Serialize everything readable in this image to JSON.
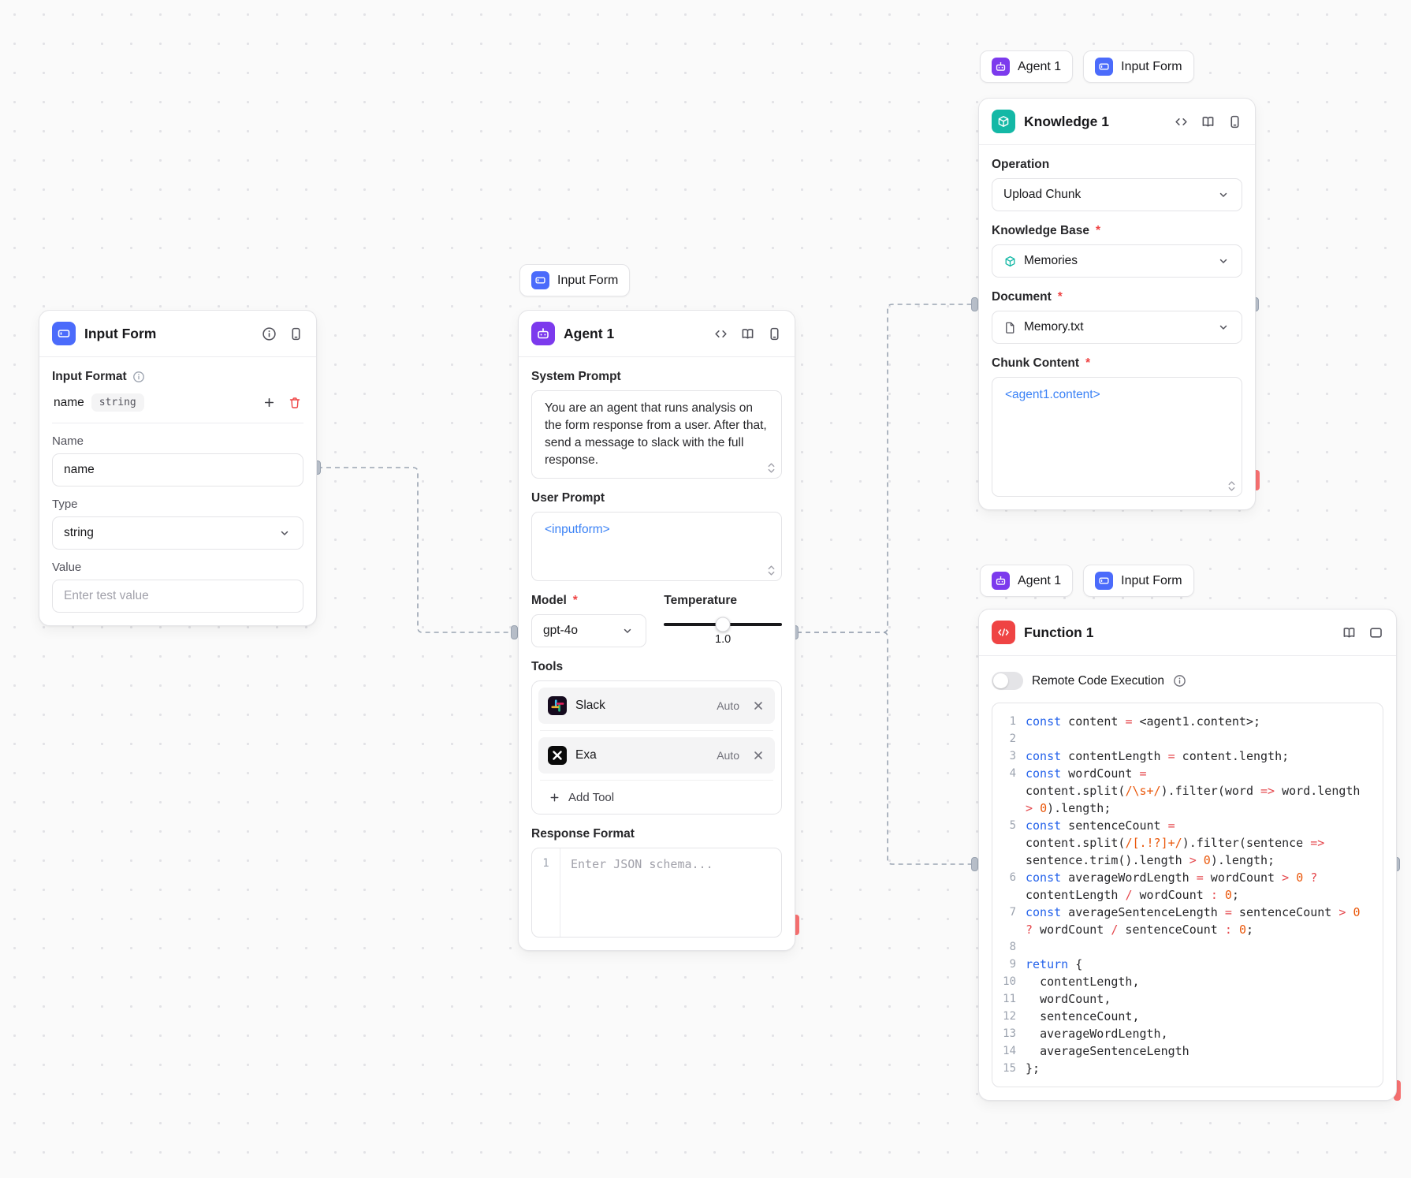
{
  "colors": {
    "template_tag_blue": "#3b82f6",
    "input_form_icon": "#4b6bfb",
    "agent_icon": "#7c3aed",
    "knowledge_icon": "#14b8a6",
    "function_icon": "#ef4444",
    "required_red": "#ef4444",
    "error_handle_red": "#f87171"
  },
  "misc": {
    "required_mark": "*"
  },
  "badges": {
    "agent": {
      "label": "Agent 1",
      "icon": "agent-icon"
    },
    "input_form": {
      "label": "Input Form",
      "icon": "input-form-icon"
    }
  },
  "edges": [
    {
      "from": "input-form",
      "to": "agent-1"
    },
    {
      "from": "agent-1",
      "to": "knowledge-1"
    },
    {
      "from": "agent-1",
      "to": "function-1"
    }
  ],
  "input_form": {
    "title": "Input Form",
    "header_icons": [
      "info-icon",
      "mobile-icon"
    ],
    "input_format_label": "Input Format",
    "row": {
      "field_name": "name",
      "field_type": "string"
    },
    "name_label": "Name",
    "name_value": "name",
    "type_label": "Type",
    "type_value": "string",
    "value_label": "Value",
    "value_placeholder": "Enter test value"
  },
  "agent": {
    "title": "Agent 1",
    "header_icons": [
      "code-icon",
      "book-icon",
      "mobile-icon"
    ],
    "system_prompt_label": "System Prompt",
    "system_prompt_value": "You are an agent that runs analysis on the form response from a user. After that, send a message to slack with the full response.",
    "user_prompt_label": "User Prompt",
    "user_prompt_value": "<inputform>",
    "model_label": "Model",
    "model_value": "gpt-4o",
    "temperature_label": "Temperature",
    "temperature_value": "1.0",
    "tools_label": "Tools",
    "tools": [
      {
        "name": "Slack",
        "mode": "Auto",
        "icon": "slack-icon"
      },
      {
        "name": "Exa",
        "mode": "Auto",
        "icon": "exa-icon"
      }
    ],
    "add_tool_label": "Add Tool",
    "response_format_label": "Response Format",
    "response_format_gutter": "1",
    "response_format_placeholder": "Enter JSON schema..."
  },
  "knowledge": {
    "title": "Knowledge 1",
    "header_icons": [
      "code-icon",
      "book-icon",
      "mobile-icon"
    ],
    "operation_label": "Operation",
    "operation_value": "Upload Chunk",
    "knowledge_base_label": "Knowledge Base",
    "knowledge_base_value": "Memories",
    "document_label": "Document",
    "document_value": "Memory.txt",
    "chunk_content_label": "Chunk Content",
    "chunk_content_value": "<agent1.content>"
  },
  "function": {
    "title": "Function 1",
    "header_icons": [
      "book-icon",
      "window-icon"
    ],
    "toggle_label": "Remote Code Execution",
    "code_lines": [
      {
        "n": "1",
        "t": [
          [
            "kw",
            "const"
          ],
          [
            "pl",
            " content "
          ],
          [
            "op",
            "="
          ],
          [
            "pl",
            " <agent1.content>;"
          ]
        ]
      },
      {
        "n": "2",
        "t": []
      },
      {
        "n": "3",
        "t": [
          [
            "kw",
            "const"
          ],
          [
            "pl",
            " contentLength "
          ],
          [
            "op",
            "="
          ],
          [
            "pl",
            " content.length;"
          ]
        ]
      },
      {
        "n": "4",
        "t": [
          [
            "kw",
            "const"
          ],
          [
            "pl",
            " wordCount "
          ],
          [
            "op",
            "="
          ],
          [
            "pl",
            " content.split("
          ],
          [
            "rx",
            "/\\s+/"
          ],
          [
            "pl",
            ").filter(word "
          ],
          [
            "op",
            "=>"
          ],
          [
            "pl",
            " word.length "
          ],
          [
            "op",
            ">"
          ],
          [
            "pl",
            " "
          ],
          [
            "num",
            "0"
          ],
          [
            "pl",
            ").length;"
          ]
        ]
      },
      {
        "n": "5",
        "t": [
          [
            "kw",
            "const"
          ],
          [
            "pl",
            " sentenceCount "
          ],
          [
            "op",
            "="
          ],
          [
            "pl",
            " content.split("
          ],
          [
            "rx",
            "/[.!?]+/"
          ],
          [
            "pl",
            ").filter(sentence "
          ],
          [
            "op",
            "=>"
          ],
          [
            "pl",
            " sentence.trim().length "
          ],
          [
            "op",
            ">"
          ],
          [
            "pl",
            " "
          ],
          [
            "num",
            "0"
          ],
          [
            "pl",
            ").length;"
          ]
        ]
      },
      {
        "n": "6",
        "t": [
          [
            "kw",
            "const"
          ],
          [
            "pl",
            " averageWordLength "
          ],
          [
            "op",
            "="
          ],
          [
            "pl",
            " wordCount "
          ],
          [
            "op",
            ">"
          ],
          [
            "pl",
            " "
          ],
          [
            "num",
            "0"
          ],
          [
            "pl",
            " "
          ],
          [
            "op",
            "?"
          ],
          [
            "pl",
            " contentLength "
          ],
          [
            "op",
            "/"
          ],
          [
            "pl",
            " wordCount "
          ],
          [
            "op",
            ":"
          ],
          [
            "pl",
            " "
          ],
          [
            "num",
            "0"
          ],
          [
            "pl",
            ";"
          ]
        ]
      },
      {
        "n": "7",
        "t": [
          [
            "kw",
            "const"
          ],
          [
            "pl",
            " averageSentenceLength "
          ],
          [
            "op",
            "="
          ],
          [
            "pl",
            " sentenceCount "
          ],
          [
            "op",
            ">"
          ],
          [
            "pl",
            " "
          ],
          [
            "num",
            "0"
          ],
          [
            "pl",
            " "
          ],
          [
            "op",
            "?"
          ],
          [
            "pl",
            " wordCount "
          ],
          [
            "op",
            "/"
          ],
          [
            "pl",
            " sentenceCount "
          ],
          [
            "op",
            ":"
          ],
          [
            "pl",
            " "
          ],
          [
            "num",
            "0"
          ],
          [
            "pl",
            ";"
          ]
        ]
      },
      {
        "n": "8",
        "t": []
      },
      {
        "n": "9",
        "t": [
          [
            "kw",
            "return"
          ],
          [
            "pl",
            " {"
          ]
        ]
      },
      {
        "n": "10",
        "t": [
          [
            "pl",
            "  contentLength,"
          ]
        ]
      },
      {
        "n": "11",
        "t": [
          [
            "pl",
            "  wordCount,"
          ]
        ]
      },
      {
        "n": "12",
        "t": [
          [
            "pl",
            "  sentenceCount,"
          ]
        ]
      },
      {
        "n": "13",
        "t": [
          [
            "pl",
            "  averageWordLength,"
          ]
        ]
      },
      {
        "n": "14",
        "t": [
          [
            "pl",
            "  averageSentenceLength"
          ]
        ]
      },
      {
        "n": "15",
        "t": [
          [
            "pl",
            "};"
          ]
        ]
      }
    ]
  }
}
